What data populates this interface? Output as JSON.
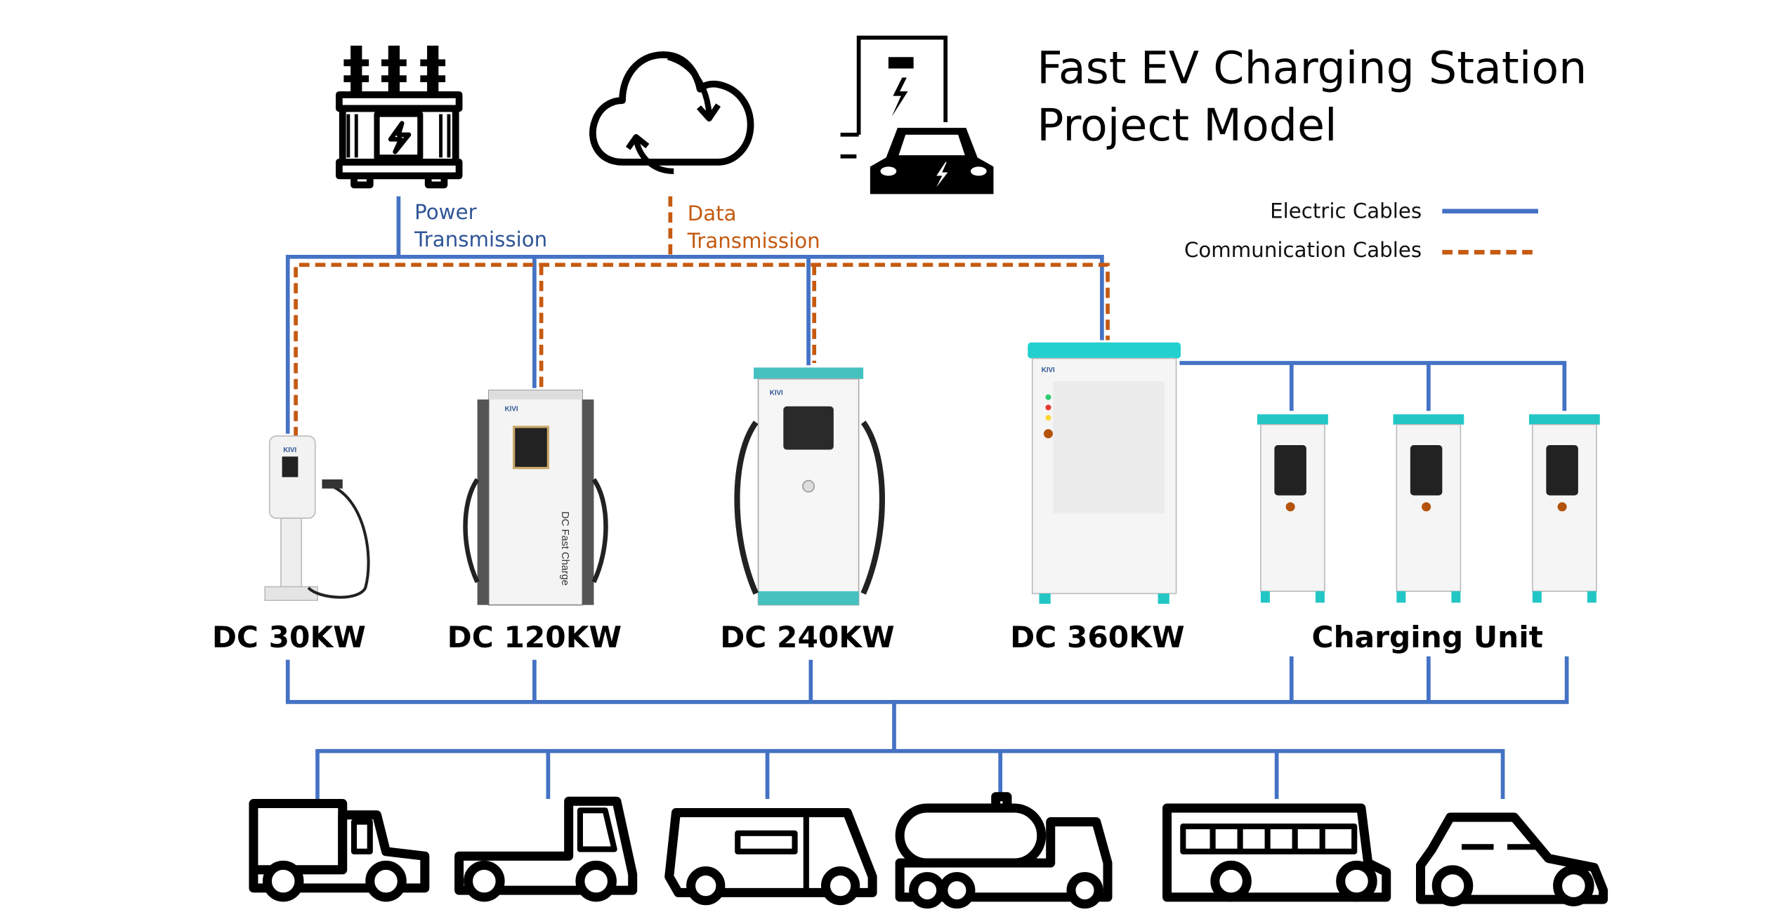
{
  "title": {
    "line1": "Fast EV Charging Station",
    "line2": "Project Model"
  },
  "legend": {
    "electric": "Electric Cables",
    "communication": "Communication Cables"
  },
  "sources": {
    "power": {
      "line1": "Power",
      "line2": "Transmission",
      "icon": "transformer-icon"
    },
    "data": {
      "line1": "Data",
      "line2": "Transmission",
      "icon": "cloud-sync-icon"
    },
    "station_icon": "ev-charging-car-icon"
  },
  "units": [
    {
      "label": "DC 30KW"
    },
    {
      "label": "DC 120KW",
      "side_text": "DC Fast Charge"
    },
    {
      "label": "DC 240KW"
    },
    {
      "label": "DC 360KW"
    },
    {
      "label": "Charging Unit"
    }
  ],
  "brand": "KIVI",
  "vehicles": [
    "box-truck-icon",
    "pickup-truck-icon",
    "rv-camper-icon",
    "tanker-truck-icon",
    "bus-icon",
    "car-icon"
  ],
  "colors": {
    "electric": "#4472c4",
    "communication": "#c55a11",
    "power_text": "#2f5597",
    "accent_teal": "#3ec3c3"
  }
}
